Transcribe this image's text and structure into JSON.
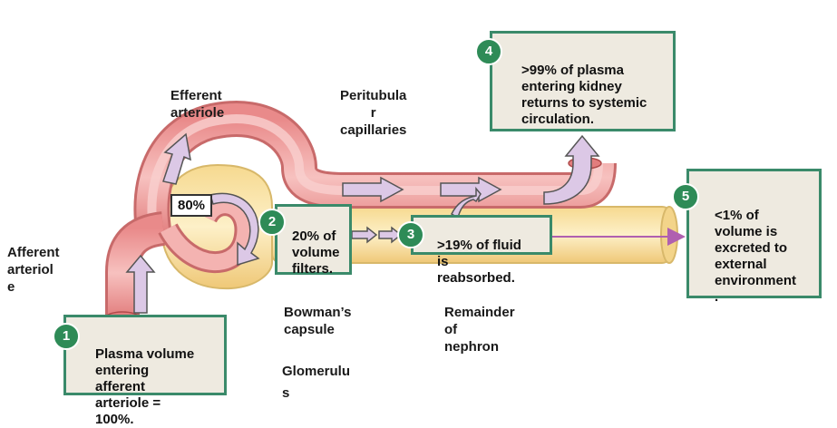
{
  "labels": {
    "efferent": "Efferent\narteriole",
    "peritubular": "Peritubula\nr\ncapillaries",
    "afferent": "Afferent\narteriol\ne",
    "bowmans": "Bowman’s\ncapsule",
    "glomerulus": "Glomerulu\ns",
    "remainder": "Remainder\nof\nnephron"
  },
  "steps": [
    {
      "num": "1",
      "text": "Plasma volume\nentering\nafferent\narteriole =\n100%."
    },
    {
      "num": "2",
      "text": "20% of\nvolume\nfilters."
    },
    {
      "num": "3",
      "text": ">19% of fluid\nis\nreabsorbed."
    },
    {
      "num": "4",
      "text": ">99% of plasma\nentering kidney\nreturns to systemic\ncirculation."
    },
    {
      "num": "5",
      "text": "<1% of\nvolume is\nexcreted to\nexternal\nenvironment\n."
    }
  ],
  "percent_tag": "80%",
  "colors": {
    "vessel": "#f0a0a0",
    "vessel_dark": "#c0504d",
    "tubule": "#fbe3a8",
    "tubule_edge": "#d8b86a",
    "arrow": "#dcc8e6",
    "arrow_edge": "#555555",
    "box_border": "#3a8a6a",
    "box_fill": "#eeeae0",
    "badge": "#2e8b57",
    "excretion_line": "#b060b0"
  }
}
